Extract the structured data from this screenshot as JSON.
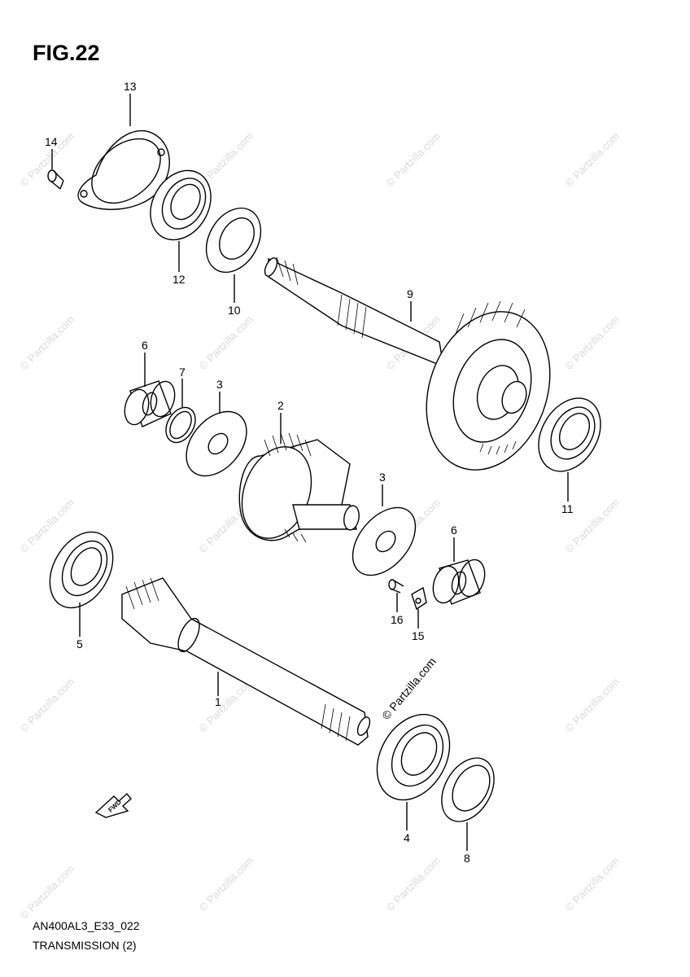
{
  "figure": {
    "title": "FIG.22",
    "code": "AN400AL3_E33_022",
    "name": "TRANSMISSION (2)",
    "watermark": "© Partzilla.com",
    "fwd_label": "FWD"
  },
  "parts": [
    {
      "id": "p1",
      "label": "1",
      "name": "shaft"
    },
    {
      "id": "p2",
      "label": "2",
      "name": "gear"
    },
    {
      "id": "p3a",
      "label": "3",
      "name": "washer"
    },
    {
      "id": "p3b",
      "label": "3",
      "name": "washer"
    },
    {
      "id": "p4",
      "label": "4",
      "name": "bearing"
    },
    {
      "id": "p5",
      "label": "5",
      "name": "bearing"
    },
    {
      "id": "p6a",
      "label": "6",
      "name": "needle-bearing"
    },
    {
      "id": "p6b",
      "label": "6",
      "name": "needle-bearing"
    },
    {
      "id": "p7",
      "label": "7",
      "name": "circlip"
    },
    {
      "id": "p8",
      "label": "8",
      "name": "oil-seal"
    },
    {
      "id": "p9",
      "label": "9",
      "name": "shaft-gear"
    },
    {
      "id": "p10",
      "label": "10",
      "name": "bearing"
    },
    {
      "id": "p11",
      "label": "11",
      "name": "bearing"
    },
    {
      "id": "p12",
      "label": "12",
      "name": "bearing"
    },
    {
      "id": "p13",
      "label": "13",
      "name": "retainer-plate"
    },
    {
      "id": "p14",
      "label": "14",
      "name": "screw"
    },
    {
      "id": "p15",
      "label": "15",
      "name": "lock-washer"
    },
    {
      "id": "p16",
      "label": "16",
      "name": "bolt"
    }
  ]
}
